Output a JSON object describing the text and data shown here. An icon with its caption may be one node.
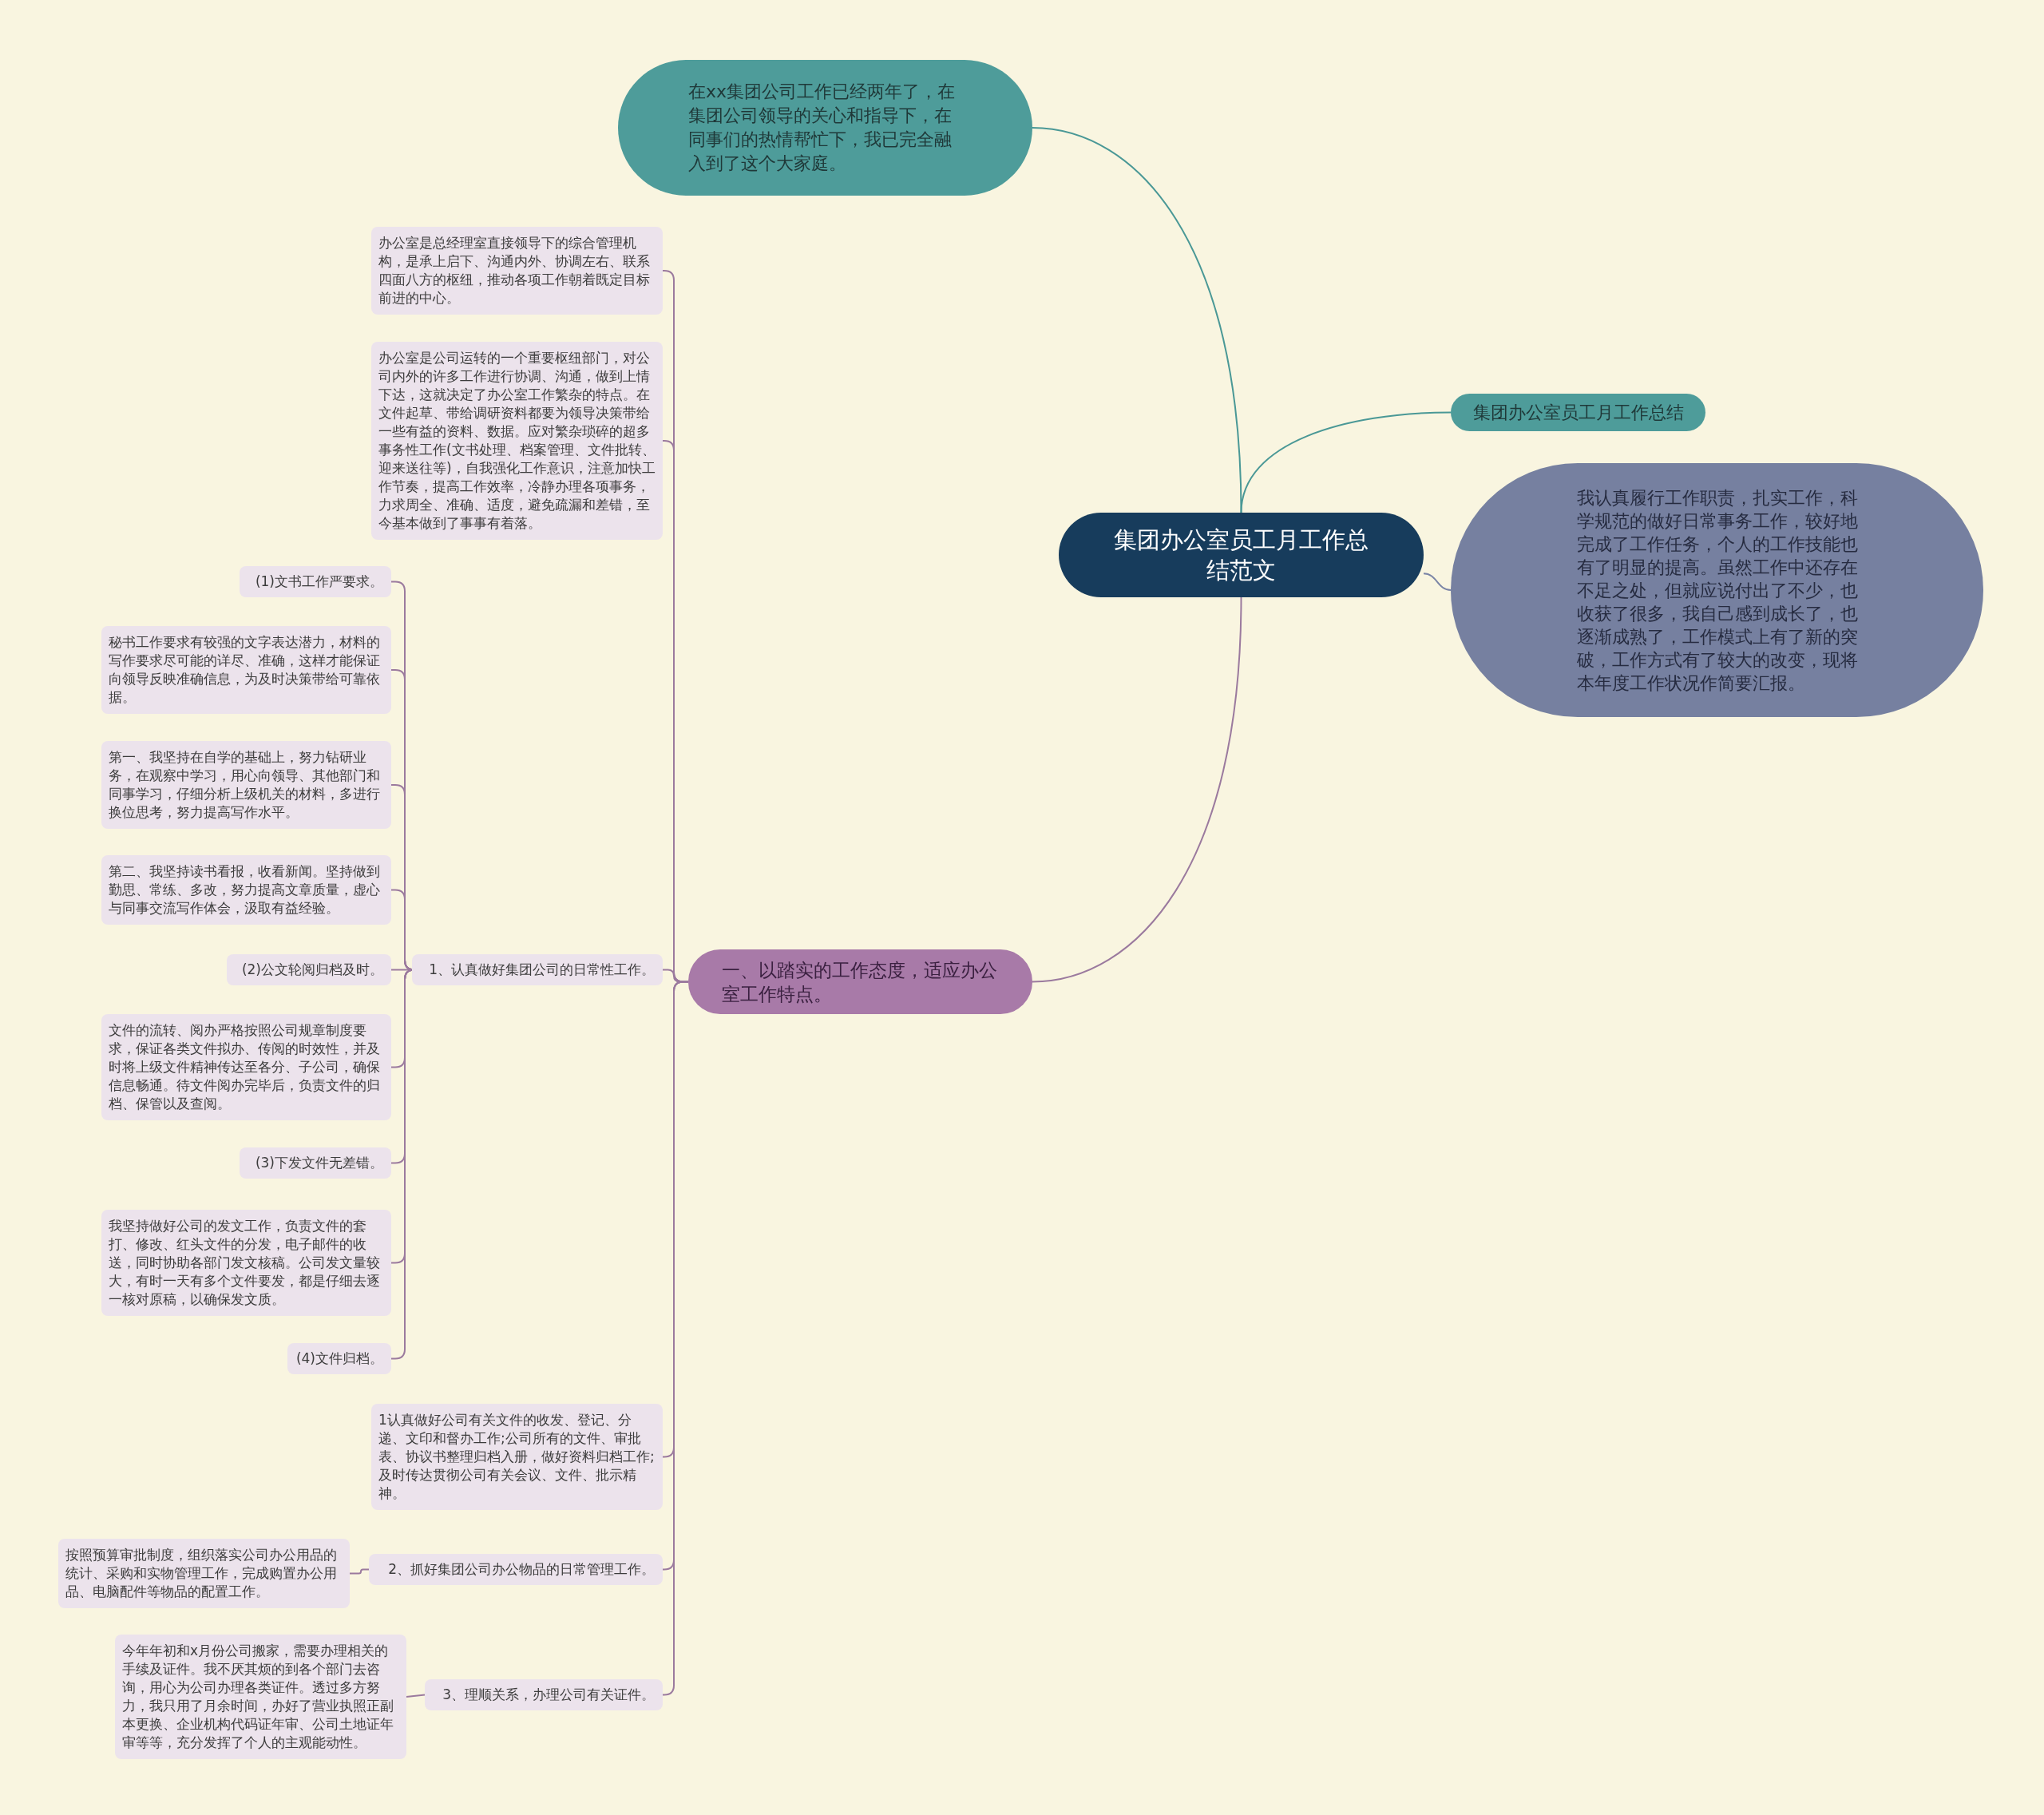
{
  "diagram": {
    "nodes": [
      {
        "text": [
          "集团办公室员工月工作总结范文"
        ]
      },
      {
        "text": [
          "在xx集团公司工作已经两年了，在集团公司领导的关心和指导下，在同事们的热情帮忙下，我已完全融入到了这个大家庭。"
        ]
      },
      {
        "text": [
          "集团办公室员工月工作总结"
        ]
      },
      {
        "text": [
          "我认真履行工作职责，扎实工作，科学规范的做好日常事务工作，较好地完成了工作任务，个人的工作技能也有了明显的提高。虽然工作中还存在不足之处，但就应说付出了不少，也收获了很多，我自己感到成长了，也逐渐成熟了，工作模式上有了新的突破，工作方式有了较大的改变，现将本年度工作状况作简要汇报。"
        ]
      },
      {
        "text": [
          "一、以踏实的工作态度，适应办公室工作特点。"
        ]
      },
      {
        "text": [
          "办公室是总经理室直接领导下的综合管理机构，是承上启下、沟通内外、协调左右、联系四面八方的枢纽，推动各项工作朝着既定目标前进的中心。"
        ]
      },
      {
        "text": [
          "办公室是公司运转的一个重要枢纽部门，对公司内外的许多工作进行协调、沟通，做到上情下达，这就决定了办公室工作繁杂的特点。在文件起草、带给调研资料都要为领导决策带给一些有益的资料、数据。应对繁杂琐碎的超多事务性工作(文书处理、档案管理、文件批转、迎来送往等)，自我强化工作意识，注意加快工作节奏，提高工作效率，冷静办理各项事务，力求周全、准确、适度，避免疏漏和差错，至今基本做到了事事有着落。"
        ]
      },
      {
        "text": [
          "1、认真做好集团公司的日常性工作。"
        ]
      },
      {
        "text": [
          "(1)文书工作严要求。"
        ]
      },
      {
        "text": [
          "秘书工作要求有较强的文字表达潜力，材料的写作要求尽可能的详尽、准确，这样才能保证向领导反映准确信息，为及时决策带给可靠依据。"
        ]
      },
      {
        "text": [
          "第一、我坚持在自学的基础上，努力钻研业务，在观察中学习，用心向领导、其他部门和同事学习，仔细分析上级机关的材料，多进行换位思考，努力提高写作水平。"
        ]
      },
      {
        "text": [
          "第二、我坚持读书看报，收看新闻。坚持做到勤思、常练、多改，努力提高文章质量，虚心与同事交流写作体会，汲取有益经验。"
        ]
      },
      {
        "text": [
          "(2)公文轮阅归档及时。"
        ]
      },
      {
        "text": [
          "文件的流转、阅办严格按照公司规章制度要求，保证各类文件拟办、传阅的时效性，并及时将上级文件精神传达至各分、子公司，确保信息畅通。待文件阅办完毕后，负责文件的归档、保管以及查阅。"
        ]
      },
      {
        "text": [
          "(3)下发文件无差错。"
        ]
      },
      {
        "text": [
          "我坚持做好公司的发文工作，负责文件的套打、修改、红头文件的分发，电子邮件的收送，同时协助各部门发文核稿。公司发文量较大，有时一天有多个文件要发，都是仔细去逐一核对原稿，以确保发文质。"
        ]
      },
      {
        "text": [
          "(4)文件归档。"
        ]
      },
      {
        "text": [
          "1认真做好公司有关文件的收发、登记、分递、文印和督办工作;公司所有的文件、审批表、协议书整理归档入册，做好资料归档工作;及时传达贯彻公司有关会议、文件、批示精神。"
        ]
      },
      {
        "text": [
          "2、抓好集团公司办公物品的日常管理工作。"
        ]
      },
      {
        "text": [
          "按照预算审批制度，组织落实公司办公用品的统计、采购和实物管理工作，完成购置办公用品、电脑配件等物品的配置工作。"
        ]
      },
      {
        "text": [
          "3、理顺关系，办理公司有关证件。"
        ]
      },
      {
        "text": [
          "今年年初和x月份公司搬家，需要办理相关的手续及证件。我不厌其烦的到各个部门去咨询，用心为公司办理各类证件。透过多方努力，我只用了月余时间，办好了营业执照正副本更换、企业机构代码证年审、公司土地证年审等等，充分发挥了个人的主观能动性。"
        ]
      }
    ],
    "edges": [
      {
        "from": 0,
        "to": 1,
        "arrow": "none",
        "color": "#4a9896"
      },
      {
        "from": 0,
        "to": 2,
        "arrow": "none",
        "color": "#4a9896"
      },
      {
        "from": 0,
        "to": 3,
        "arrow": "none",
        "color": "#7a84a6"
      },
      {
        "from": 0,
        "to": 4,
        "arrow": "none"
      },
      {
        "from": 4,
        "to": 5,
        "arrow": "none"
      },
      {
        "from": 4,
        "to": 6,
        "arrow": "none"
      },
      {
        "from": 4,
        "to": 7,
        "arrow": "none"
      },
      {
        "from": 7,
        "to": 8,
        "arrow": "none"
      },
      {
        "from": 7,
        "to": 9,
        "arrow": "none"
      },
      {
        "from": 7,
        "to": 10,
        "arrow": "none"
      },
      {
        "from": 7,
        "to": 11,
        "arrow": "none"
      },
      {
        "from": 7,
        "to": 12,
        "arrow": "none"
      },
      {
        "from": 7,
        "to": 13,
        "arrow": "none"
      },
      {
        "from": 7,
        "to": 14,
        "arrow": "none"
      },
      {
        "from": 7,
        "to": 15,
        "arrow": "none"
      },
      {
        "from": 7,
        "to": 16,
        "arrow": "none"
      },
      {
        "from": 4,
        "to": 17,
        "arrow": "none"
      },
      {
        "from": 4,
        "to": 18,
        "arrow": "none"
      },
      {
        "from": 18,
        "to": 19,
        "arrow": "none"
      },
      {
        "from": 4,
        "to": 20,
        "arrow": "none"
      },
      {
        "from": 20,
        "to": 21,
        "arrow": "none"
      }
    ]
  }
}
